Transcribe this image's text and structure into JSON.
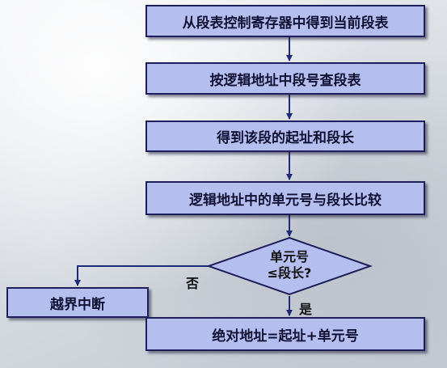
{
  "steps": [
    "从段表控制寄存器中得到当前段表",
    "按逻辑地址中段号查段表",
    "得到该段的起址和段长",
    "逻辑地址中的单元号与段长比较"
  ],
  "decision": {
    "line1": "单元号",
    "line2": "≤段长?"
  },
  "no_label": "否",
  "yes_label": "是",
  "no_result": "越界中断",
  "yes_result": "绝对地址=起址+单元号",
  "colors": {
    "box_fill": "#b4bff0",
    "box_border": "#1e1f5a",
    "arrow": "#1e2a7a"
  }
}
